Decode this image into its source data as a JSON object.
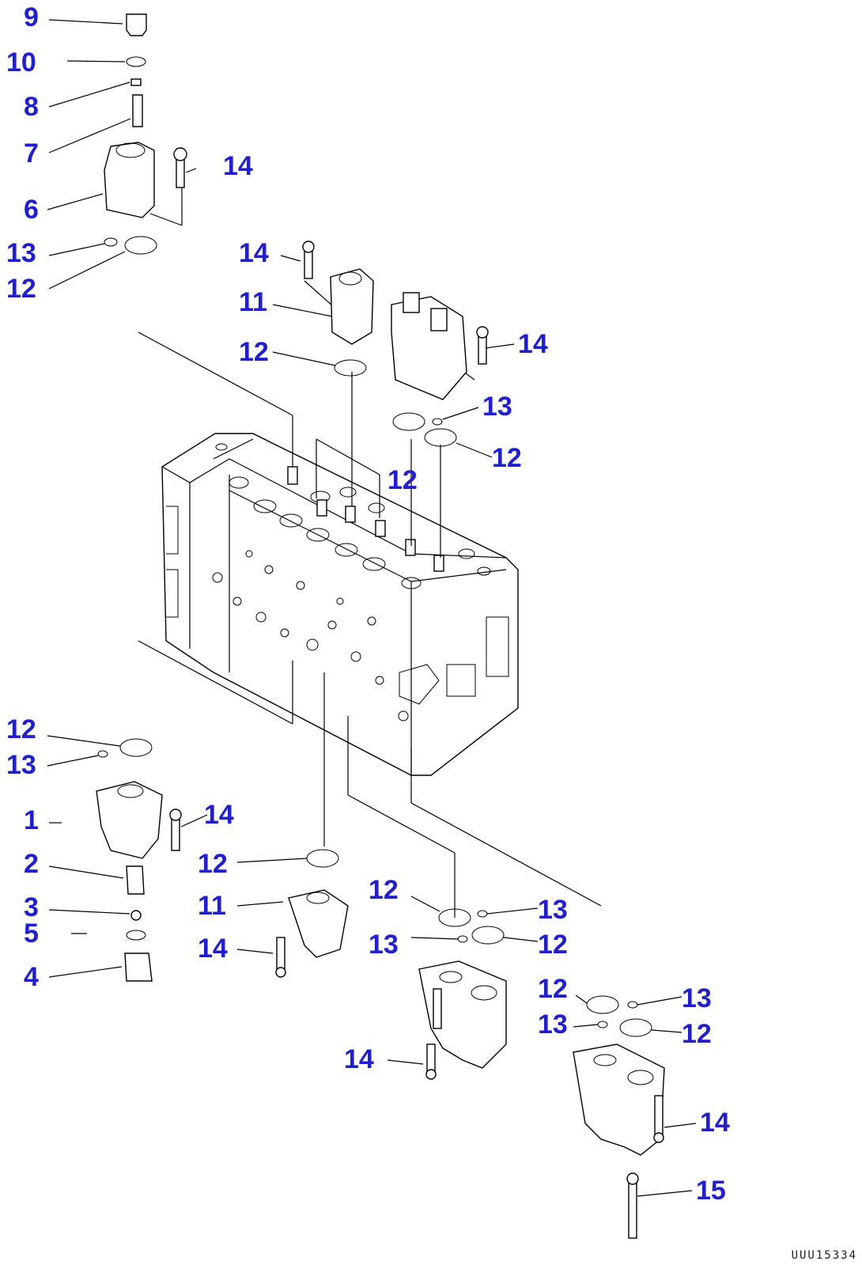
{
  "diagram": {
    "callouts": [
      {
        "id": "c9",
        "text": "9"
      },
      {
        "id": "c10",
        "text": "10"
      },
      {
        "id": "c8",
        "text": "8"
      },
      {
        "id": "c7",
        "text": "7"
      },
      {
        "id": "c14a",
        "text": "14"
      },
      {
        "id": "c6",
        "text": "6"
      },
      {
        "id": "c13a",
        "text": "13"
      },
      {
        "id": "c12a",
        "text": "12"
      },
      {
        "id": "c14b",
        "text": "14"
      },
      {
        "id": "c11a",
        "text": "11"
      },
      {
        "id": "c12b",
        "text": "12"
      },
      {
        "id": "c14c",
        "text": "14"
      },
      {
        "id": "c13b",
        "text": "13"
      },
      {
        "id": "c12c",
        "text": "12"
      },
      {
        "id": "c12d",
        "text": "12"
      },
      {
        "id": "c12e",
        "text": "12"
      },
      {
        "id": "c13c",
        "text": "13"
      },
      {
        "id": "c1",
        "text": "1"
      },
      {
        "id": "c14d",
        "text": "14"
      },
      {
        "id": "c2",
        "text": "2"
      },
      {
        "id": "c12f",
        "text": "12"
      },
      {
        "id": "c3",
        "text": "3"
      },
      {
        "id": "c11b",
        "text": "11"
      },
      {
        "id": "c12g",
        "text": "12"
      },
      {
        "id": "c13d",
        "text": "13"
      },
      {
        "id": "c5",
        "text": "5"
      },
      {
        "id": "c14e",
        "text": "14"
      },
      {
        "id": "c13e",
        "text": "13"
      },
      {
        "id": "c12h",
        "text": "12"
      },
      {
        "id": "c4",
        "text": "4"
      },
      {
        "id": "c12i",
        "text": "12"
      },
      {
        "id": "c13f",
        "text": "13"
      },
      {
        "id": "c13g",
        "text": "13"
      },
      {
        "id": "c12j",
        "text": "12"
      },
      {
        "id": "c14f",
        "text": "14"
      },
      {
        "id": "c14g",
        "text": "14"
      },
      {
        "id": "c15",
        "text": "15"
      }
    ],
    "doc_id": "UUU15334"
  }
}
